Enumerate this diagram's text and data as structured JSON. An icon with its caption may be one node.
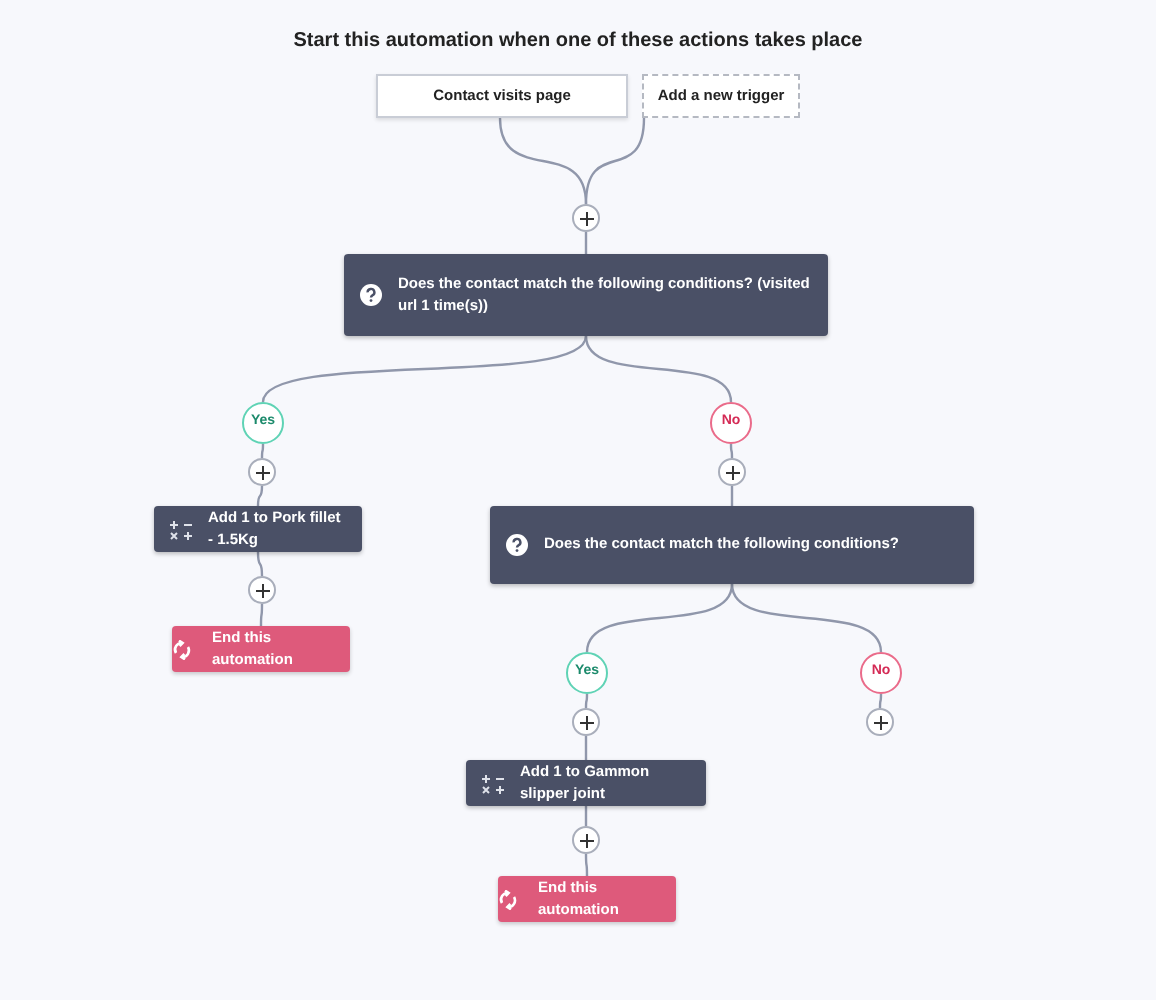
{
  "diagram": {
    "title": "Start this automation when one of these actions takes place",
    "nodes": [
      {
        "text": [
          "Contact visits page"
        ]
      },
      {
        "text": [
          "Add a new trigger"
        ]
      },
      {
        "text": [],
        "shape": "circle"
      },
      {
        "text": [
          "Does the contact match the following conditions? (visited url 1 time(s))"
        ]
      },
      {
        "text": [
          "Yes"
        ]
      },
      {
        "text": [
          "No"
        ]
      },
      {
        "text": [],
        "shape": "circle"
      },
      {
        "text": [],
        "shape": "circle"
      },
      {
        "text": [
          "Add 1 to Pork fillet - 1.5Kg"
        ]
      },
      {
        "text": [
          "Does the contact match the following conditions?"
        ]
      },
      {
        "text": [],
        "shape": "circle"
      },
      {
        "text": [
          "End this automation"
        ]
      },
      {
        "text": [
          "Yes"
        ]
      },
      {
        "text": [
          "No"
        ]
      },
      {
        "text": [],
        "shape": "circle"
      },
      {
        "text": [],
        "shape": "circle"
      },
      {
        "text": [
          "Add 1 to Gammon slipper joint"
        ]
      },
      {
        "text": [],
        "shape": "circle"
      },
      {
        "text": [
          "End this automation"
        ]
      }
    ],
    "edges": [
      {
        "from": 0,
        "to": 2,
        "arrow": "none"
      },
      {
        "from": 1,
        "to": 2,
        "arrow": "none"
      },
      {
        "from": 2,
        "to": 3,
        "arrow": "none"
      },
      {
        "from": 3,
        "to": 4,
        "arrow": "none"
      },
      {
        "from": 3,
        "to": 5,
        "arrow": "none"
      },
      {
        "from": 4,
        "to": 6,
        "arrow": "none"
      },
      {
        "from": 5,
        "to": 7,
        "arrow": "none"
      },
      {
        "from": 6,
        "to": 8,
        "arrow": "none"
      },
      {
        "from": 7,
        "to": 9,
        "arrow": "none"
      },
      {
        "from": 8,
        "to": 10,
        "arrow": "none"
      },
      {
        "from": 10,
        "to": 11,
        "arrow": "none"
      },
      {
        "from": 9,
        "to": 12,
        "arrow": "none"
      },
      {
        "from": 9,
        "to": 13,
        "arrow": "none"
      },
      {
        "from": 12,
        "to": 14,
        "arrow": "none"
      },
      {
        "from": 13,
        "to": 15,
        "arrow": "none"
      },
      {
        "from": 14,
        "to": 16,
        "arrow": "none"
      },
      {
        "from": 16,
        "to": 17,
        "arrow": "none"
      },
      {
        "from": 17,
        "to": 18,
        "arrow": "none"
      }
    ]
  }
}
